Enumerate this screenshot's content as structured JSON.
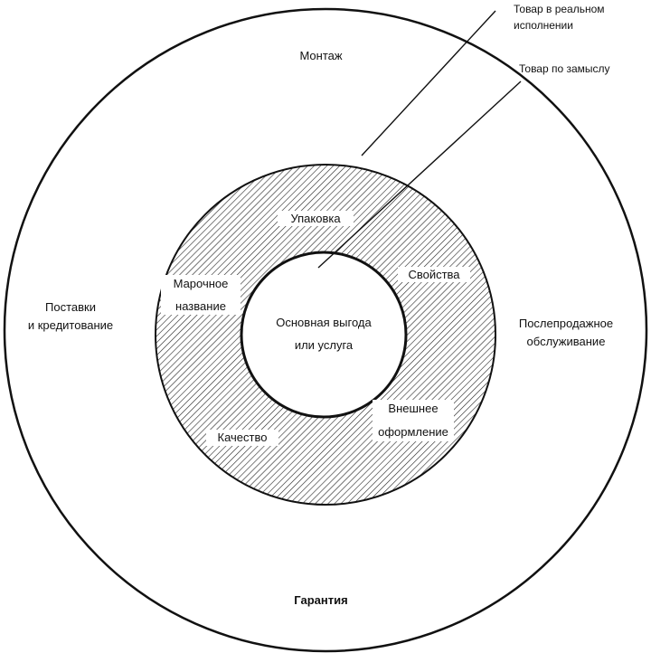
{
  "levels": {
    "core": {
      "line1": "Основная выгода",
      "line2": "или услуга"
    },
    "actual_product": "Товар в реальном исполнении",
    "actual_product_line1": "Товар в реальном",
    "actual_product_line2": "исполнении",
    "product_concept": "Товар по замыслу"
  },
  "middle_ring": {
    "packaging": "Упаковка",
    "brand_line1": "Марочное",
    "brand_line2": "название",
    "properties": "Свойства",
    "design_line1": "Внешнее",
    "design_line2": "оформление",
    "quality": "Качество"
  },
  "outer_ring": {
    "installation": "Монтаж",
    "delivery_line1": "Поставки",
    "delivery_line2": "и кредитование",
    "after_sales_line1": "Послепродажное",
    "after_sales_line2": "обслуживание",
    "warranty": "Гарантия"
  },
  "colors": {
    "ink": "#111111",
    "paper": "#ffffff"
  }
}
